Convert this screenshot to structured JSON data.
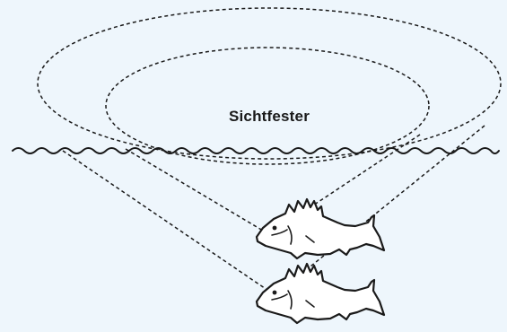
{
  "diagram": {
    "label": "Sichtfester",
    "colors": {
      "background": "#eef6fc",
      "stroke": "#1a1a1a",
      "fish_fill": "#ffffff"
    },
    "icons": [
      "fish-icon-upper",
      "fish-icon-lower"
    ]
  }
}
